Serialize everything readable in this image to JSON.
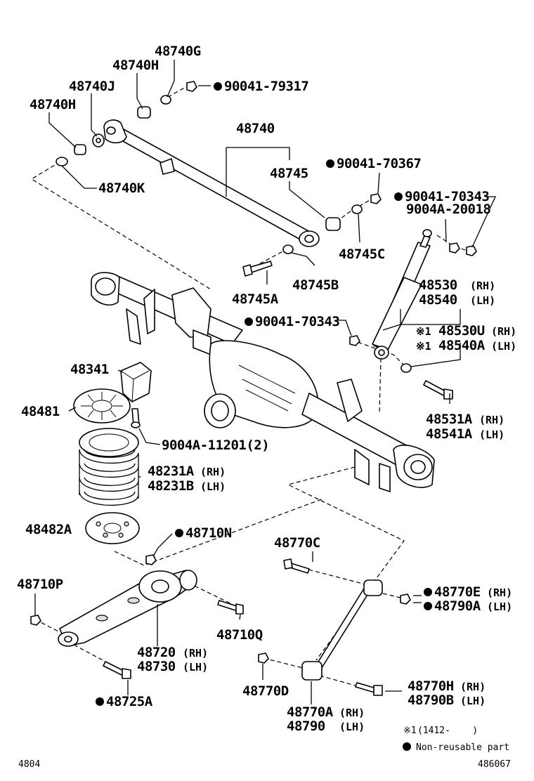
{
  "labels": {
    "p48740G": "48740G",
    "p48740H_top": "48740H",
    "p90041_79317": "90041-79317",
    "p48740J": "48740J",
    "p48740H_left": "48740H",
    "p48740": "48740",
    "p48740K": "48740K",
    "p48745": "48745",
    "p90041_70367": "90041-70367",
    "p90041_70343_top": "90041-70343",
    "p9004A_20018": "9004A-20018",
    "p48745C": "48745C",
    "p48745A": "48745A",
    "p48745B": "48745B",
    "p48530": "48530",
    "p48530_sfx": "(RH)",
    "p48540": "48540",
    "p48540_sfx": "(LH)",
    "p90041_70343_mid": "90041-70343",
    "mark1a": "※1",
    "p48530U": "48530U",
    "p48530U_sfx": "(RH)",
    "mark1b": "※1",
    "p48540A": "48540A",
    "p48540A_sfx": "(LH)",
    "p48341": "48341",
    "p48481": "48481",
    "p9004A_11201": "9004A-11201(2)",
    "p48531A": "48531A",
    "p48531A_sfx": "(RH)",
    "p48541A": "48541A",
    "p48541A_sfx": "(LH)",
    "p48231A": "48231A",
    "p48231A_sfx": "(RH)",
    "p48231B": "48231B",
    "p48231B_sfx": "(LH)",
    "p48482A": "48482A",
    "p48710N": "48710N",
    "p48770C": "48770C",
    "p48710P": "48710P",
    "p48770E": "48770E",
    "p48770E_sfx": "(RH)",
    "p48790A": "48790A",
    "p48790A_sfx": "(LH)",
    "p48720": "48720",
    "p48720_sfx": "(RH)",
    "p48730": "48730",
    "p48730_sfx": "(LH)",
    "p48710Q": "48710Q",
    "p48770D": "48770D",
    "p48770H": "48770H",
    "p48770H_sfx": "(RH)",
    "p48790B": "48790B",
    "p48790B_sfx": "(LH)",
    "p48725A": "48725A",
    "p48770A": "48770A",
    "p48770A_sfx": "(RH)",
    "p48790": "48790",
    "p48790_sfx": "(LH)"
  },
  "legend": {
    "mark": "※1",
    "range": "(1412-    )",
    "nonreusable": "Non-reusable part"
  },
  "footer": {
    "left_code": "4804",
    "right_code": "486067"
  },
  "icons": {
    "bullet": "filled-circle-icon"
  }
}
